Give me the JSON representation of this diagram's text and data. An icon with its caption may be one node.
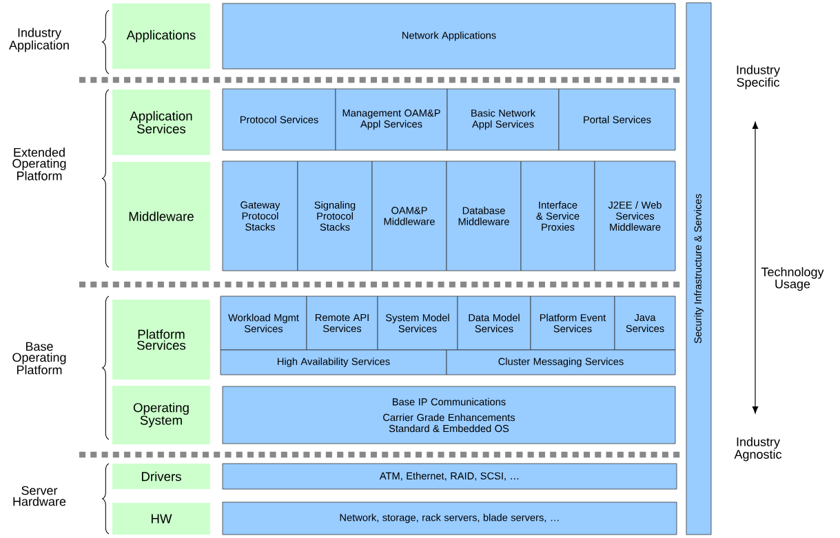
{
  "diagram": {
    "nodes": [
      {
        "text": [
          "Applications"
        ]
      },
      {
        "text": [
          "Network Applications"
        ]
      },
      {
        "text": [
          "Application Services"
        ]
      },
      {
        "text": [
          "Protocol Services"
        ]
      },
      {
        "text": [
          "Management OAM&P Appl Services"
        ]
      },
      {
        "text": [
          "Basic Network Appl Services"
        ]
      },
      {
        "text": [
          "Portal Services"
        ]
      },
      {
        "text": [
          "Middleware"
        ]
      },
      {
        "text": [
          "Gateway Protocol Stacks"
        ]
      },
      {
        "text": [
          "Signaling Protocol Stacks"
        ]
      },
      {
        "text": [
          "OAM&P Middleware"
        ]
      },
      {
        "text": [
          "Database Middleware"
        ]
      },
      {
        "text": [
          "Interface & Service Proxies"
        ]
      },
      {
        "text": [
          "J2EE / Web Services Middleware"
        ]
      },
      {
        "text": [
          "Platform Services"
        ]
      },
      {
        "text": [
          "Workload Mgmt Services"
        ]
      },
      {
        "text": [
          "Remote API Services"
        ]
      },
      {
        "text": [
          "System Model Services"
        ]
      },
      {
        "text": [
          "Data Model Services"
        ]
      },
      {
        "text": [
          "Platform Event Services"
        ]
      },
      {
        "text": [
          "Java Services"
        ]
      },
      {
        "text": [
          "High Availability Services"
        ]
      },
      {
        "text": [
          "Cluster Messaging Services"
        ]
      },
      {
        "text": [
          "Operating System"
        ]
      },
      {
        "text": [
          "Base IP Communications",
          "Carrier Grade Enhancements",
          "Standard & Embedded OS"
        ]
      },
      {
        "text": [
          "Drivers"
        ]
      },
      {
        "text": [
          "ATM, Ethernet, RAID, SCSI, …"
        ]
      },
      {
        "text": [
          "HW"
        ]
      },
      {
        "text": [
          "Network, storage, rack servers, blade servers, …"
        ]
      },
      {
        "text": [
          "Security Infrastructure & Services"
        ]
      }
    ],
    "labels": [
      "Industry Application",
      "Industry Specific",
      "Extended Operating Platform",
      "Technology Usage",
      "Base Operating Platform",
      "Industry Agnostic",
      "Server Hardware"
    ]
  }
}
